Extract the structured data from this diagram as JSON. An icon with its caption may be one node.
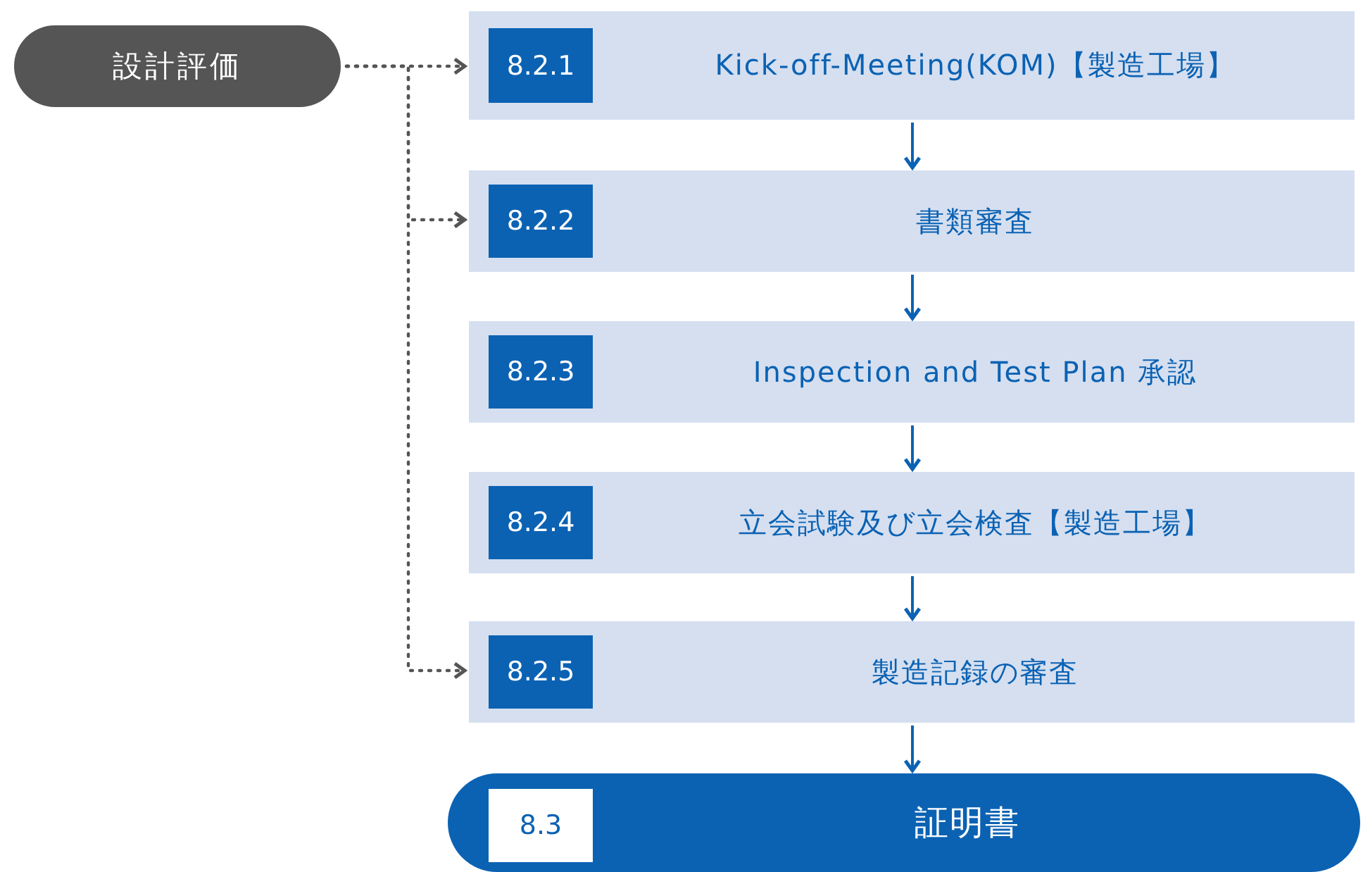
{
  "diagram": {
    "nodes": [
      {
        "text": [
          "設計評価"
        ]
      },
      {
        "text": [
          "Kick-off-Meeting(KOM)【製造工場】"
        ]
      },
      {
        "text": [
          "8.2.1"
        ],
        "in": 1
      },
      {
        "text": [
          "書類審査"
        ]
      },
      {
        "text": [
          "8.2.2"
        ],
        "in": 3
      },
      {
        "text": [
          "Inspection and Test Plan 承認"
        ]
      },
      {
        "text": [
          "8.2.3"
        ],
        "in": 5
      },
      {
        "text": [
          "立会試験及び立会検査【製造工場】"
        ]
      },
      {
        "text": [
          "8.2.4"
        ],
        "in": 7
      },
      {
        "text": [
          "製造記録の審査"
        ]
      },
      {
        "text": [
          "8.2.5"
        ],
        "in": 9
      },
      {
        "text": [
          "証明書"
        ]
      },
      {
        "text": [
          "8.3"
        ],
        "in": 11
      }
    ],
    "edges": [
      {
        "from": 0,
        "to": 1,
        "arrow": "to",
        "style": "dashed",
        "color": "#555555"
      },
      {
        "from": 0,
        "to": 3,
        "arrow": "to",
        "style": "dashed",
        "color": "#555555"
      },
      {
        "from": 0,
        "to": 9,
        "arrow": "to",
        "style": "dashed",
        "color": "#555555"
      },
      {
        "from": 1,
        "to": 3,
        "arrow": "to"
      },
      {
        "from": 3,
        "to": 5,
        "arrow": "to"
      },
      {
        "from": 5,
        "to": 7,
        "arrow": "to"
      },
      {
        "from": 7,
        "to": 9,
        "arrow": "to"
      },
      {
        "from": 9,
        "to": 11,
        "arrow": "to"
      }
    ]
  }
}
